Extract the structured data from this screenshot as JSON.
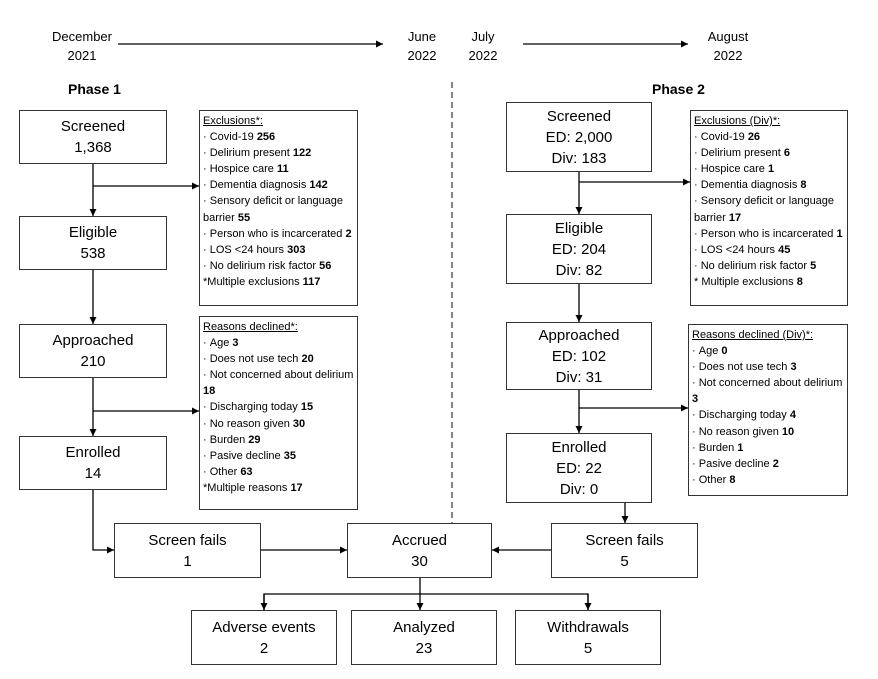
{
  "dates": {
    "phase1_start": [
      "December",
      "2021"
    ],
    "phase1_end": [
      "June",
      "2022"
    ],
    "phase2_start": [
      "July",
      "2022"
    ],
    "phase2_end": [
      "August",
      "2022"
    ]
  },
  "phase1": {
    "title": "Phase 1",
    "screened": [
      "Screened",
      "1,368"
    ],
    "eligible": [
      "Eligible",
      "538"
    ],
    "approached": [
      "Approached",
      "210"
    ],
    "enrolled": [
      "Enrolled",
      "14"
    ],
    "screen_fails": [
      "Screen fails",
      "1"
    ],
    "exclusions": {
      "title": "Exclusions*:",
      "items": [
        {
          "label": "Covid-19 ",
          "value": "256"
        },
        {
          "label": "Delirium present ",
          "value": "122"
        },
        {
          "label": "Hospice care ",
          "value": "11"
        },
        {
          "label": "Dementia diagnosis ",
          "value": "142"
        },
        {
          "label": "Sensory deficit or language barrier ",
          "value": "55"
        },
        {
          "label": "Person who is incarcerated ",
          "value": "2"
        },
        {
          "label": "LOS <24 hours ",
          "value": "303"
        },
        {
          "label": "No delirium risk factor ",
          "value": "56"
        }
      ],
      "footer": {
        "label": "*Multiple exclusions ",
        "value": "117"
      }
    },
    "declined": {
      "title": "Reasons declined*:",
      "items": [
        {
          "label": "Age ",
          "value": "3"
        },
        {
          "label": "Does not use tech ",
          "value": "20"
        },
        {
          "label": "Not concerned about delirium ",
          "value": "18"
        },
        {
          "label": "Discharging today ",
          "value": "15"
        },
        {
          "label": "No reason given ",
          "value": "30"
        },
        {
          "label": "Burden ",
          "value": "29"
        },
        {
          "label": "Pasive decline ",
          "value": "35"
        },
        {
          "label": "Other ",
          "value": "63"
        }
      ],
      "footer": {
        "label": "*Multiple reasons ",
        "value": "17"
      }
    }
  },
  "phase2": {
    "title": "Phase 2",
    "screened": [
      "Screened",
      "ED: 2,000",
      "Div: 183"
    ],
    "eligible": [
      "Eligible",
      "ED: 204",
      "Div: 82"
    ],
    "approached": [
      "Approached",
      "ED: 102",
      "Div: 31"
    ],
    "enrolled": [
      "Enrolled",
      "ED: 22",
      "Div: 0"
    ],
    "screen_fails": [
      "Screen fails",
      "5"
    ],
    "exclusions": {
      "title": "Exclusions (Div)*:",
      "items": [
        {
          "label": "Covid-19 ",
          "value": "26"
        },
        {
          "label": "Delirium present ",
          "value": "6"
        },
        {
          "label": "Hospice care ",
          "value": "1"
        },
        {
          "label": "Dementia diagnosis ",
          "value": "8"
        },
        {
          "label": "Sensory deficit or language barrier ",
          "value": "17"
        },
        {
          "label": "Person who is incarcerated ",
          "value": "1"
        },
        {
          "label": "LOS <24 hours ",
          "value": "45"
        },
        {
          "label": "No delirium risk factor ",
          "value": "5"
        }
      ],
      "footer": {
        "label": "* Multiple exclusions ",
        "value": "8"
      }
    },
    "declined": {
      "title": "Reasons declined (Div)*:",
      "items": [
        {
          "label": "Age ",
          "value": "0"
        },
        {
          "label": "Does not use tech ",
          "value": "3"
        },
        {
          "label": "Not concerned about delirium ",
          "value": "3"
        },
        {
          "label": "Discharging today ",
          "value": "4"
        },
        {
          "label": "No reason given ",
          "value": "10"
        },
        {
          "label": "Burden ",
          "value": "1"
        },
        {
          "label": "Pasive decline ",
          "value": "2"
        },
        {
          "label": "Other ",
          "value": "8"
        }
      ]
    }
  },
  "accrued": [
    "Accrued",
    "30"
  ],
  "outcomes": {
    "adverse": [
      "Adverse events",
      "2"
    ],
    "analyzed": [
      "Analyzed",
      "23"
    ],
    "withdrawals": [
      "Withdrawals",
      "5"
    ]
  }
}
